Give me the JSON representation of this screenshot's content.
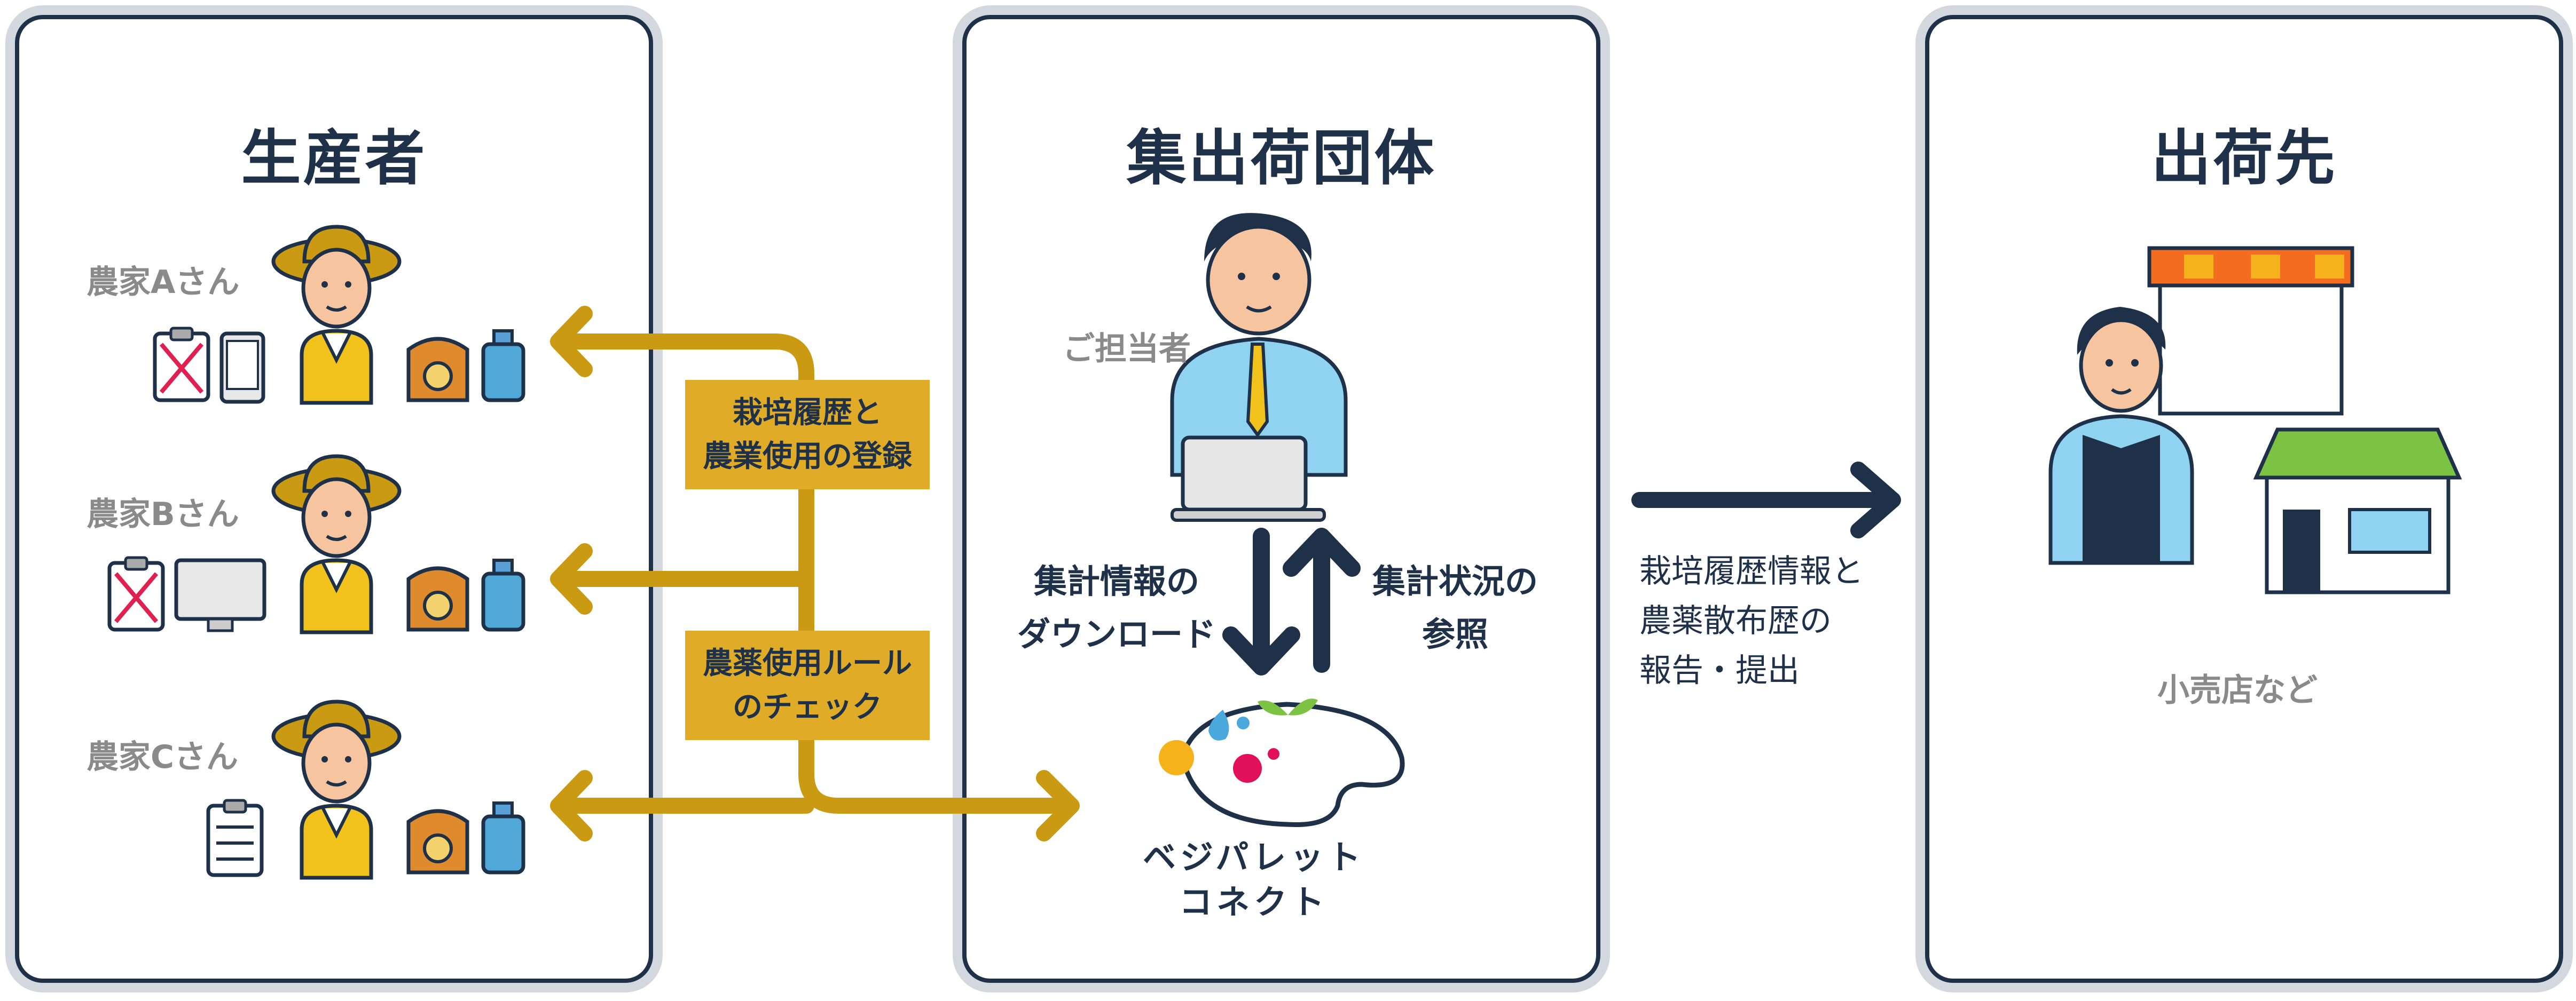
{
  "panels": {
    "producer": {
      "title": "生産者"
    },
    "collective": {
      "title": "集出荷団体"
    },
    "destination": {
      "title": "出荷先"
    }
  },
  "farmers": [
    {
      "label": "農家Aさん"
    },
    {
      "label": "農家Bさん"
    },
    {
      "label": "農家Cさん"
    }
  ],
  "flows": {
    "register_label": [
      "栽培履歴と",
      "農業使用の登録"
    ],
    "check_label": [
      "農薬使用ルール",
      "のチェック"
    ],
    "download_label": [
      "集計情報の",
      "ダウンロード"
    ],
    "reference_label": [
      "集計状況の",
      "参照"
    ],
    "report_label": [
      "栽培履歴情報と",
      "農薬散布歴の",
      "報告・提出"
    ]
  },
  "collective": {
    "person_label": "ご担当者"
  },
  "app": {
    "name_line1": "ベジパレット",
    "name_line2": "コネクト"
  },
  "destination": {
    "caption": "小売店など"
  },
  "colors": {
    "navy": "#1e3148",
    "gold": "#c99a12",
    "gold_box": "#e0ac28",
    "gray": "#8a8a8a"
  }
}
